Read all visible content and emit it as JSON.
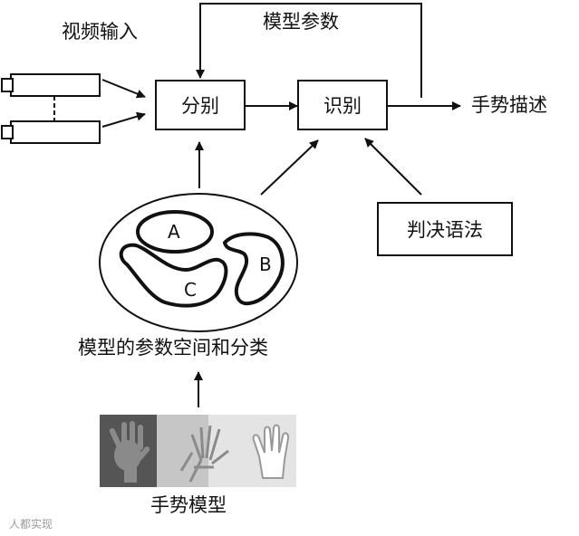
{
  "labels": {
    "video_input": "视频输入",
    "model_params": "模型参数",
    "gesture_description": "手势描述",
    "param_space": "模型的参数空间和分类",
    "gesture_models": "手势模型"
  },
  "boxes": {
    "classify": "分别",
    "recognize": "识别",
    "grammar": "判决语法"
  },
  "regions": {
    "a": "A",
    "b": "B",
    "c": "C"
  },
  "watermark": "人都实现"
}
